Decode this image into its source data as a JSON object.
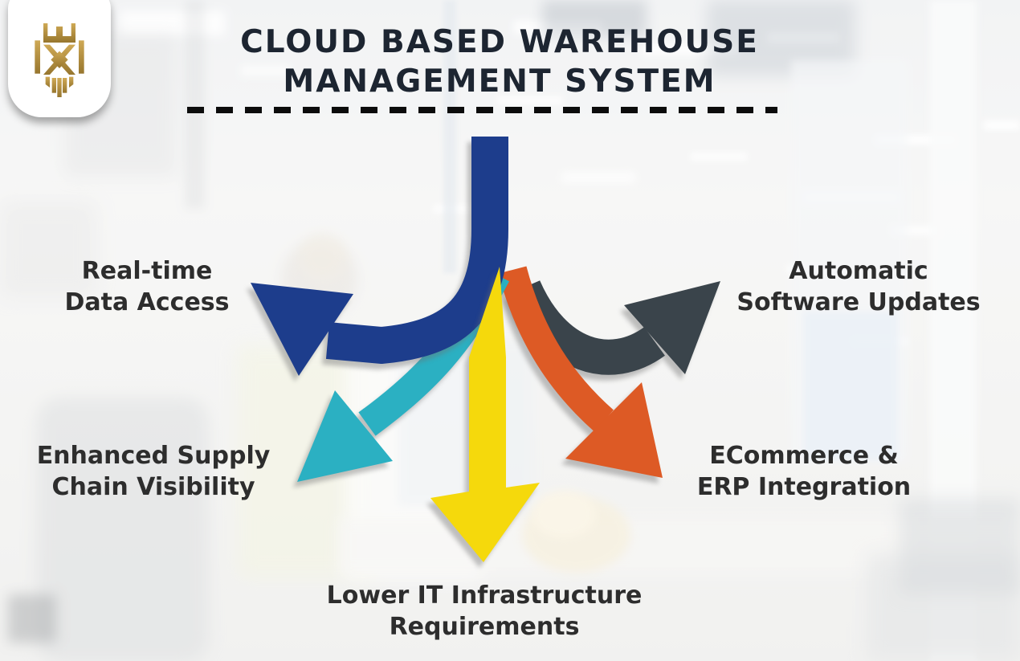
{
  "title": {
    "line1": "CLOUD BASED WAREHOUSE",
    "line2": "MANAGEMENT SYSTEM"
  },
  "labels": {
    "top_left": {
      "line1": "Real-time",
      "line2": "Data Access"
    },
    "top_right": {
      "line1": "Automatic",
      "line2": "Software Updates"
    },
    "bottom_left": {
      "line1": "Enhanced Supply",
      "line2": "Chain Visibility"
    },
    "bottom_right": {
      "line1": "ECommerce &",
      "line2": "ERP Integration"
    },
    "bottom_center": {
      "line1": "Lower IT Infrastructure",
      "line2": "Requirements"
    }
  },
  "arrows": [
    {
      "name": "real-time-data-access",
      "direction": "upper-left",
      "color": "#1d3d8c"
    },
    {
      "name": "automatic-software-updates",
      "direction": "upper-right",
      "color": "#3a444b"
    },
    {
      "name": "enhanced-supply-chain-visibility",
      "direction": "lower-left",
      "color": "#2bb0c2"
    },
    {
      "name": "ecommerce-erp-integration",
      "direction": "lower-right",
      "color": "#dd5a25"
    },
    {
      "name": "lower-it-infrastructure",
      "direction": "down",
      "color": "#f5d90c"
    }
  ],
  "logo": {
    "gold_light": "#cfa955",
    "gold_dark": "#97762e"
  },
  "colors": {
    "title_text": "#1d2531",
    "label_text": "#2d2d2d",
    "dash_line": "#0c0c0c"
  }
}
